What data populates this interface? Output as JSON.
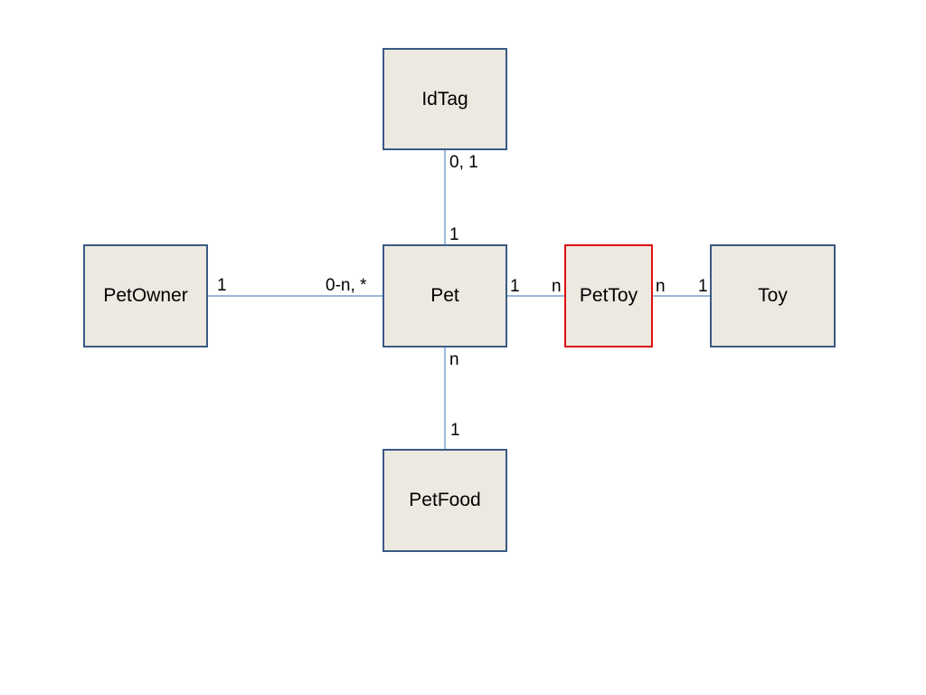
{
  "diagram": {
    "entities": {
      "idtag": "IdTag",
      "petowner": "PetOwner",
      "pet": "Pet",
      "pettoy": "PetToy",
      "toy": "Toy",
      "petfood": "PetFood"
    },
    "relationships": {
      "idtag_pet": {
        "idtag_end": "0, 1",
        "pet_end": "1"
      },
      "petowner_pet": {
        "petowner_end": "1",
        "pet_end": "0-n, *"
      },
      "pet_pettoy": {
        "pet_end": "1",
        "pettoy_end": "n"
      },
      "pettoy_toy": {
        "pettoy_end": "n",
        "toy_end": "1"
      },
      "pet_petfood": {
        "pet_end": "n",
        "petfood_end": "1"
      }
    },
    "colors": {
      "box_fill": "#ece9e1",
      "box_border": "#3a5a85",
      "highlight_border": "#e01010",
      "connector": "#5b8ec8"
    }
  }
}
